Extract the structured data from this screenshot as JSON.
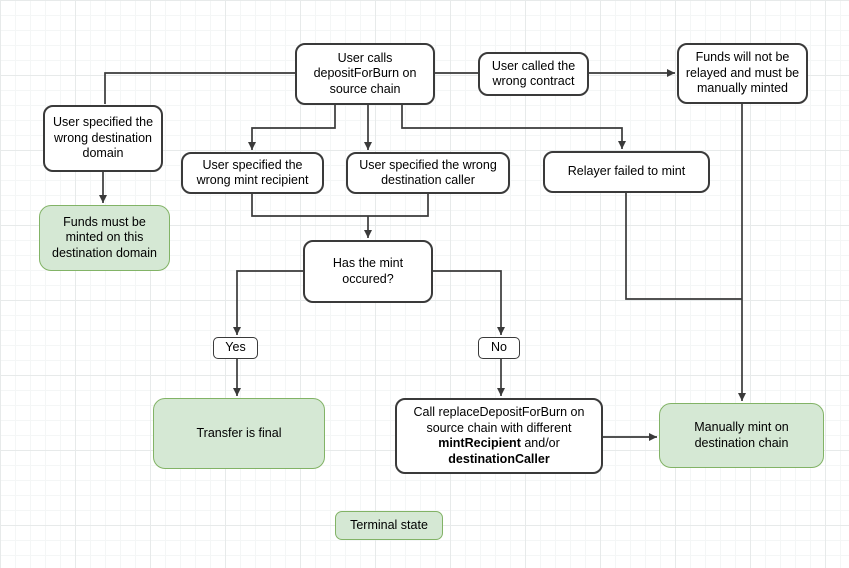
{
  "colors": {
    "node_fill": "#ffffff",
    "node_stroke": "#3a3a3a",
    "terminal_fill": "#d5e8d4",
    "terminal_stroke": "#82b366",
    "connector": "#3a3a3a",
    "text": "#000000"
  },
  "nodes": {
    "user_calls": {
      "label": "User calls\ndepositForBurn on\nsource chain"
    },
    "wrong_contract": {
      "label": "User called the\nwrong contract"
    },
    "not_relayed": {
      "label": "Funds will not be\nrelayed and must be\nmanually minted"
    },
    "wrong_domain": {
      "label": "User specified the\nwrong destination\ndomain"
    },
    "mint_on_domain": {
      "label": "Funds must be\nminted on this\ndestination domain"
    },
    "wrong_recipient": {
      "label": "User specified the\nwrong mint recipient"
    },
    "wrong_caller": {
      "label": "User specified the wrong\ndestination caller"
    },
    "relayer_failed": {
      "label": "Relayer failed to mint"
    },
    "mint_occured": {
      "label": "Has the mint\noccured?"
    },
    "yes": {
      "label": "Yes"
    },
    "no": {
      "label": "No"
    },
    "transfer_final": {
      "label": "Transfer is final"
    },
    "replace_deposit": {
      "segments": [
        {
          "text": "Call replaceDepositForBurn on\nsource chain with different\n",
          "bold": false
        },
        {
          "text": "mintRecipient",
          "bold": true
        },
        {
          "text": " and/or\n",
          "bold": false
        },
        {
          "text": "destinationCaller",
          "bold": true
        }
      ]
    },
    "manually_mint": {
      "label": "Manually mint on\ndestination chain"
    },
    "terminal_state": {
      "label": "Terminal state"
    }
  }
}
